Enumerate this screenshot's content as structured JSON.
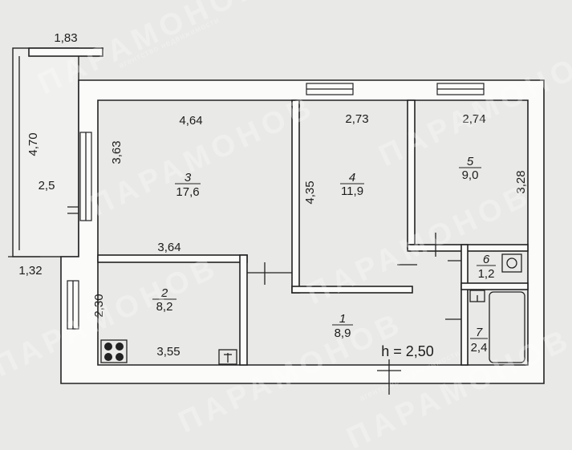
{
  "balcony": {
    "width_top": "1,83",
    "length_left": "4,70",
    "area": "2,5",
    "width_bottom": "1,32"
  },
  "rooms": [
    {
      "num": "3",
      "area": "17,6",
      "dims": {
        "top": "4,64",
        "left": "3,63",
        "bottom": "3,64"
      }
    },
    {
      "num": "4",
      "area": "11,9",
      "dims": {
        "top": "2,73",
        "left": "4,35"
      }
    },
    {
      "num": "5",
      "area": "9,0",
      "dims": {
        "top": "2,74",
        "right": "3,28"
      }
    },
    {
      "num": "2",
      "area": "8,2",
      "dims": {
        "left": "2,30",
        "bottom": "3,55"
      }
    },
    {
      "num": "1",
      "area": "8,9"
    },
    {
      "num": "6",
      "area": "1,2"
    },
    {
      "num": "7",
      "area": "2,4"
    }
  ],
  "ceiling_height": "h = 2,50",
  "watermark": {
    "text": "ПАРАМОНОВ",
    "subtext": "агентство недвижимости"
  },
  "icons": [
    "stove-icon",
    "sink-icon",
    "bathtub-icon",
    "washbasin-icon",
    "toilet-icon"
  ]
}
